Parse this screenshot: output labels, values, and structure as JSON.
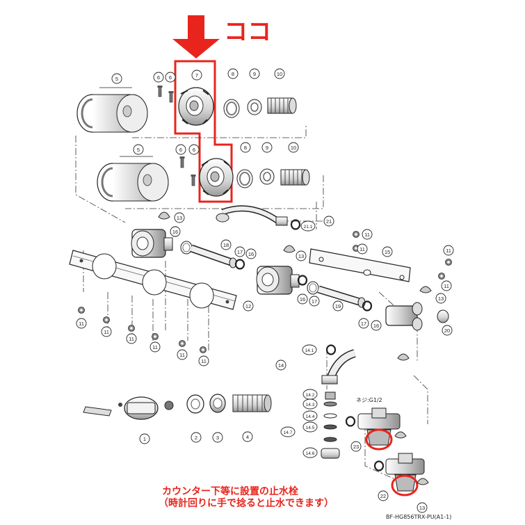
{
  "callout": {
    "text": "ココ",
    "color": "#e8241c",
    "arrow_color": "#e8241c"
  },
  "part_numbers": [
    "1",
    "2",
    "3",
    "4",
    "5",
    "6",
    "7",
    "8",
    "9",
    "10",
    "11",
    "12",
    "13",
    "14",
    "14.1",
    "14.2",
    "14.3",
    "14.4",
    "14.5",
    "14.6",
    "14.7",
    "15",
    "16",
    "17",
    "18",
    "19",
    "20",
    "21",
    "21.1",
    "22",
    "23"
  ],
  "thread_label": "ネジ:G1/2",
  "note": {
    "line1": "カウンター下等に設置の止水栓",
    "line2": "（時計回りに手で捻ると止水できます）",
    "color": "#e8241c"
  },
  "model_code": "BF-HG856TRX-PU(A1-1)",
  "colors": {
    "line": "#222222",
    "part_fill": "#f4f4f4",
    "part_shade": "#bdbdbd",
    "highlight": "#e8241c"
  }
}
